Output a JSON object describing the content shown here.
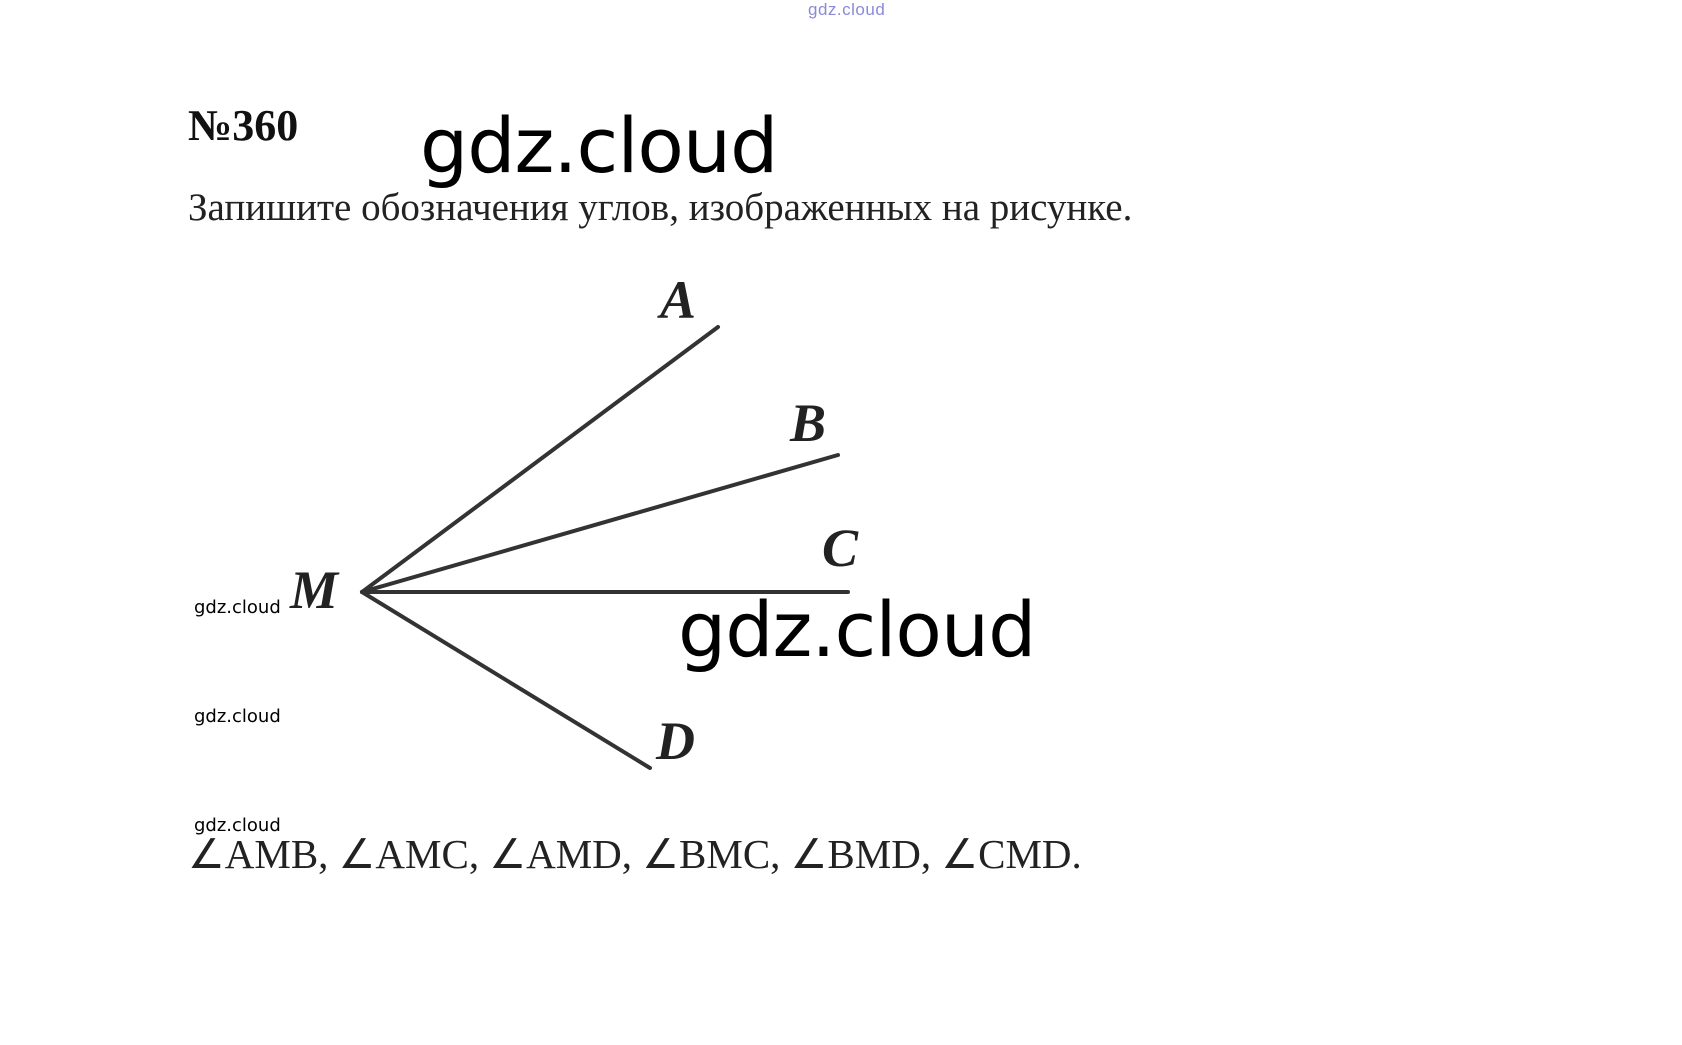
{
  "header": {
    "watermark": "gdz.cloud"
  },
  "problem": {
    "number": "№360",
    "task": "Запишите обозначения углов, изображенных на рисунке."
  },
  "watermarks": {
    "large_1": "gdz.cloud",
    "large_2": "gdz.cloud",
    "small_1": "gdz.cloud",
    "small_2": "gdz.cloud",
    "small_3": "gdz.cloud"
  },
  "figure": {
    "vertex": "M",
    "rays": [
      {
        "label": "A"
      },
      {
        "label": "B"
      },
      {
        "label": "C"
      },
      {
        "label": "D"
      }
    ],
    "line_color": "#333333"
  },
  "answer": {
    "text": "∠AMB, ∠AMC, ∠AMD, ∠BMC, ∠BMD, ∠CMD."
  }
}
